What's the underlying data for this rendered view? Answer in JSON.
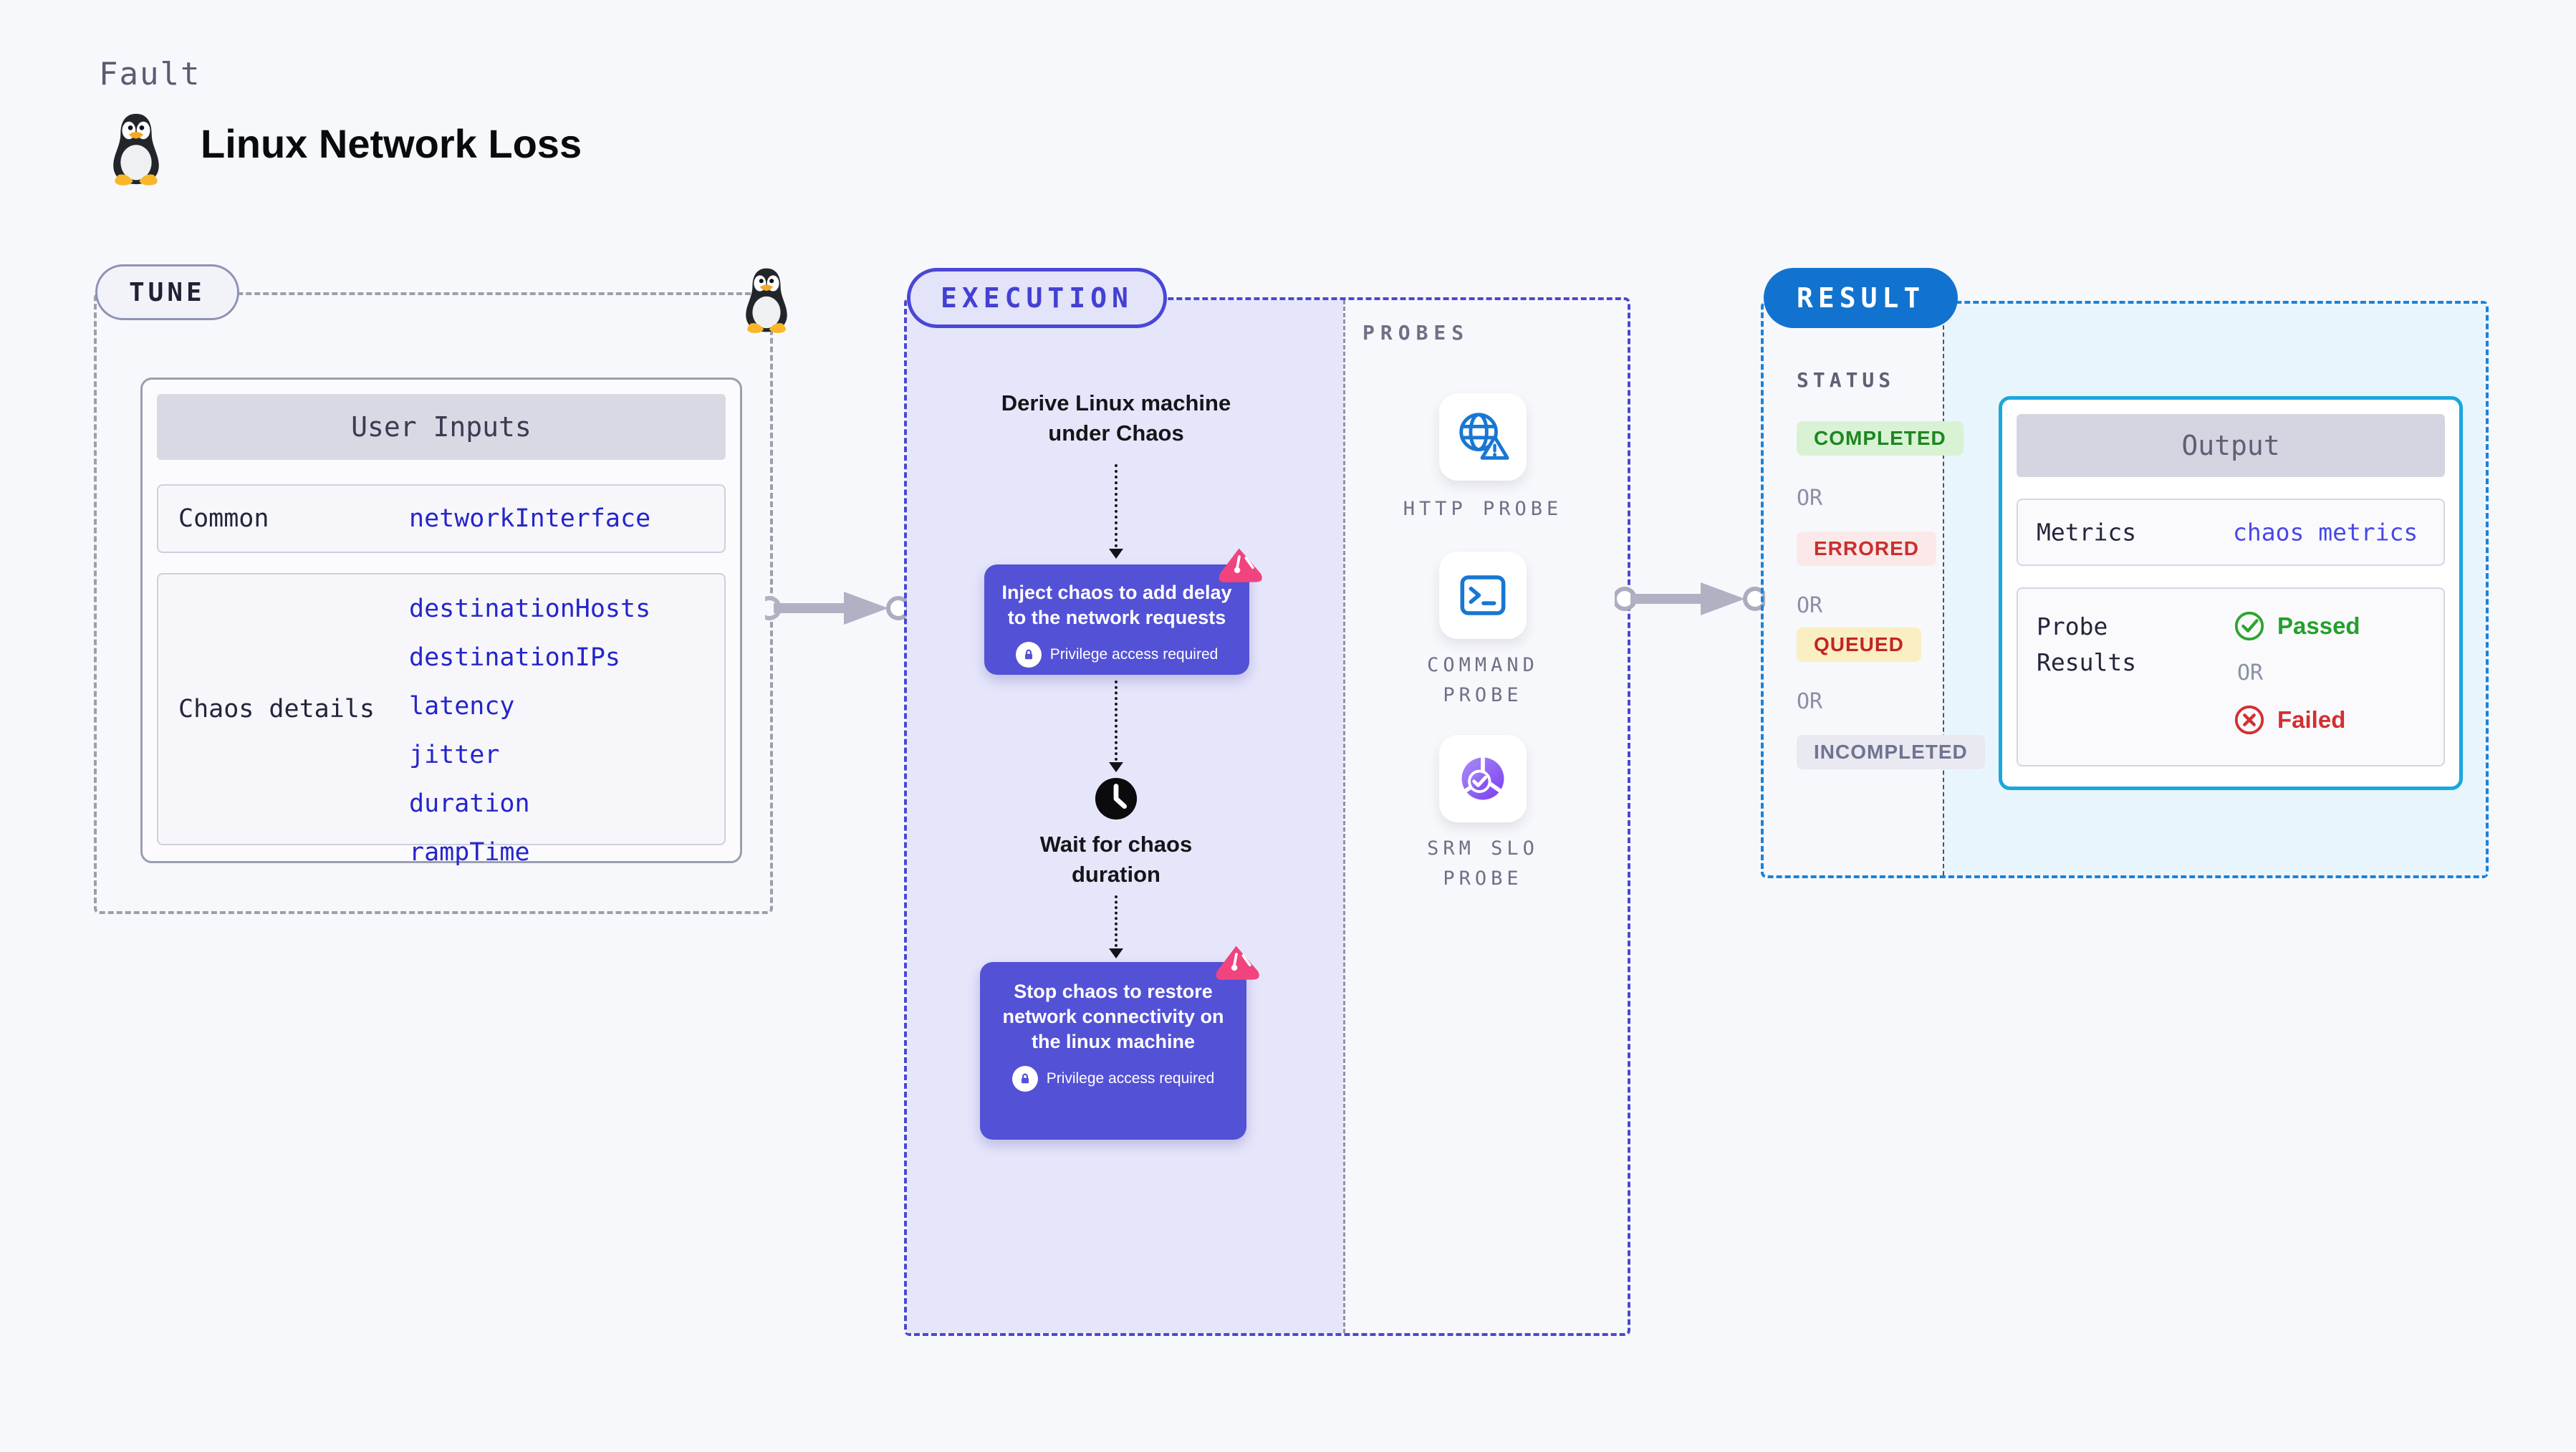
{
  "header": {
    "fault_label": "Fault",
    "title": "Linux Network Loss"
  },
  "tune": {
    "badge": "TUNE",
    "table": {
      "header": "User Inputs",
      "rows": [
        {
          "label": "Common",
          "values": [
            "networkInterface"
          ]
        },
        {
          "label": "Chaos details",
          "values": [
            "destinationHosts",
            "destinationIPs",
            "latency",
            "jitter",
            "duration",
            "rampTime"
          ]
        }
      ]
    }
  },
  "execution": {
    "badge": "EXECUTION",
    "steps": {
      "derive": "Derive Linux machine under Chaos",
      "inject": "Inject chaos to add delay to the network requests",
      "privilege": "Privilege access required",
      "wait": "Wait for chaos duration",
      "stop": "Stop chaos to restore network connectivity on the linux machine"
    }
  },
  "probes": {
    "label": "PROBES",
    "items": [
      {
        "icon": "globe-alert-icon",
        "lines": [
          "HTTP PROBE"
        ]
      },
      {
        "icon": "terminal-icon",
        "lines": [
          "COMMAND",
          "PROBE"
        ]
      },
      {
        "icon": "slo-pie-check-icon",
        "lines": [
          "SRM SLO",
          "PROBE"
        ]
      }
    ]
  },
  "result": {
    "badge": "RESULT",
    "status_label": "STATUS",
    "or_label": "OR",
    "statuses": [
      {
        "label": "COMPLETED",
        "bg": "#d9f2d4",
        "color": "#1e8622"
      },
      {
        "label": "ERRORED",
        "bg": "#fbe9e9",
        "color": "#c8302e"
      },
      {
        "label": "QUEUED",
        "bg": "#faeec3",
        "color": "#c32424"
      },
      {
        "label": "INCOMPLETED",
        "bg": "#e9e9f2",
        "color": "#6e7490"
      }
    ],
    "output": {
      "header": "Output",
      "metrics_label": "Metrics",
      "metrics_value": "chaos metrics",
      "probe_results_label": "Probe Results",
      "passed": "Passed",
      "failed": "Failed"
    }
  },
  "colors": {
    "execution_accent": "#4a47d6",
    "result_accent": "#1173cf",
    "result_border": "#1a82d8",
    "output_border": "#1aa7de",
    "chaos_step_bg": "#5351d6",
    "value_blue": "#2525cb",
    "lavender_fill": "#e6e6fb",
    "passed_green": "#23a02c",
    "failed_red": "#d32f2f",
    "chaos_logo_pink": "#f1447e",
    "probe_icon_blue": "#1877d2"
  }
}
